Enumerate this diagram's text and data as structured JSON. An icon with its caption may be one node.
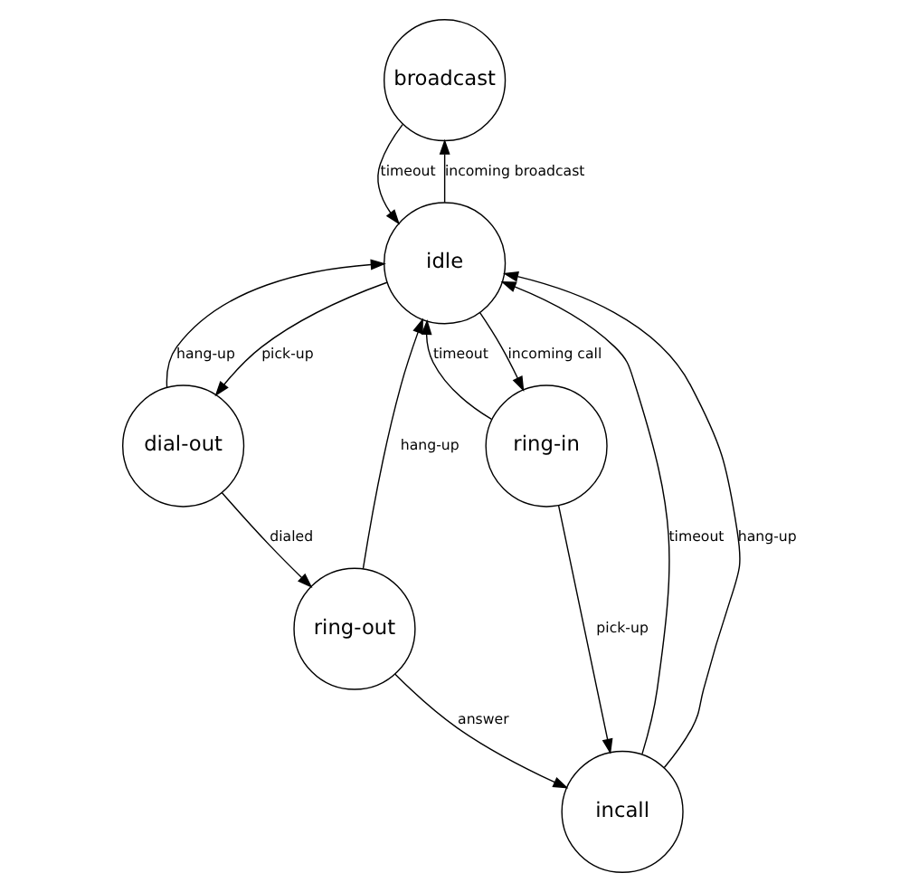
{
  "diagram": {
    "nodes": [
      {
        "text": [
          "broadcast"
        ]
      },
      {
        "text": [
          "idle"
        ]
      },
      {
        "text": [
          "dial-out"
        ]
      },
      {
        "text": [
          "ring-in"
        ]
      },
      {
        "text": [
          "ring-out"
        ]
      },
      {
        "text": [
          "incall"
        ]
      }
    ],
    "edges": [
      {
        "from": 0,
        "to": 1,
        "arrow": "to",
        "label": "timeout"
      },
      {
        "from": 1,
        "to": 0,
        "arrow": "to",
        "label": "incoming broadcast"
      },
      {
        "from": 1,
        "to": 3,
        "arrow": "to",
        "label": "incoming call"
      },
      {
        "from": 1,
        "to": 2,
        "arrow": "to",
        "label": "pick-up"
      },
      {
        "from": 2,
        "to": 1,
        "arrow": "to",
        "label": "hang-up"
      },
      {
        "from": 3,
        "to": 1,
        "arrow": "to",
        "label": "timeout"
      },
      {
        "from": 4,
        "to": 1,
        "arrow": "to",
        "label": "hang-up"
      },
      {
        "from": 2,
        "to": 4,
        "arrow": "to",
        "label": "dialed"
      },
      {
        "from": 5,
        "to": 1,
        "arrow": "to",
        "label": "timeout"
      },
      {
        "from": 5,
        "to": 1,
        "arrow": "to",
        "label": "hang-up"
      },
      {
        "from": 3,
        "to": 5,
        "arrow": "to",
        "label": "pick-up"
      },
      {
        "from": 4,
        "to": 5,
        "arrow": "to",
        "label": "answer"
      }
    ]
  }
}
